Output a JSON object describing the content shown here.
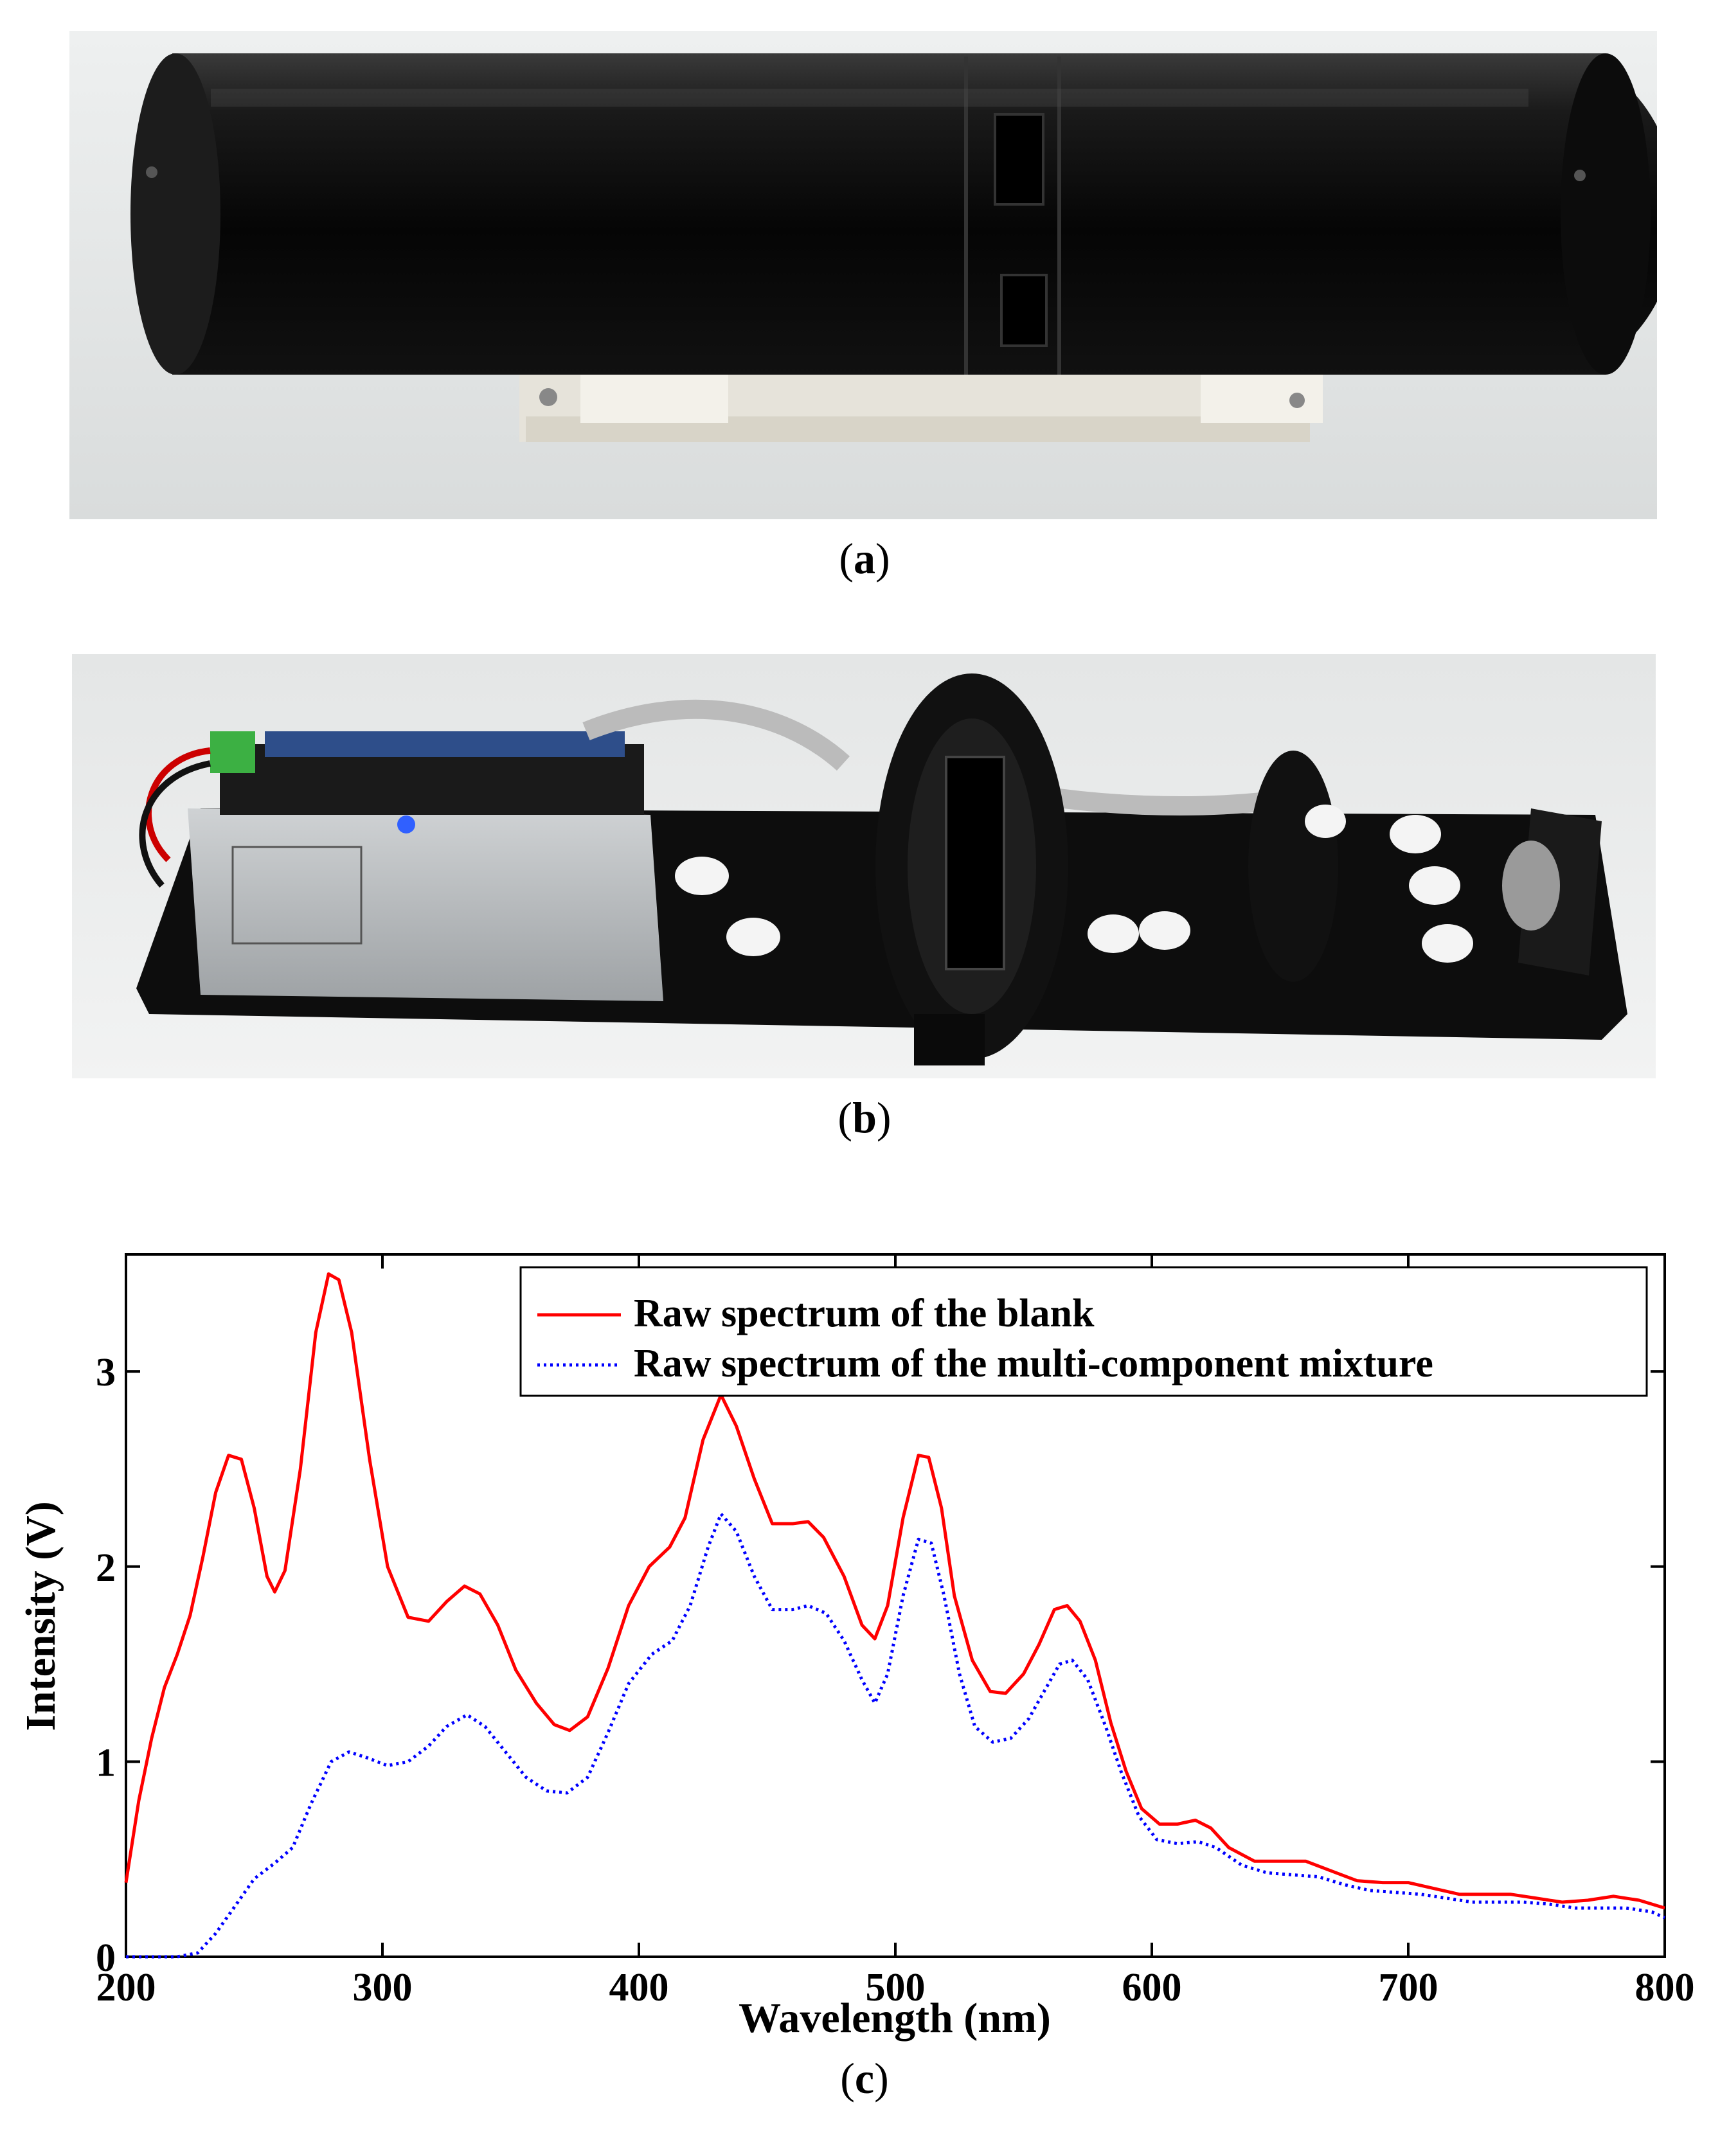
{
  "figure": {
    "panels": [
      {
        "id": "a",
        "caption_open": "(",
        "caption_letter": "a",
        "caption_close": ")"
      },
      {
        "id": "b",
        "caption_open": "(",
        "caption_letter": "b",
        "caption_close": ")"
      },
      {
        "id": "c",
        "caption_open": "(",
        "caption_letter": "c",
        "caption_close": ")"
      }
    ]
  },
  "chart_data": {
    "type": "line",
    "xlabel": "Wavelength (nm)",
    "ylabel": "Intensity (V)",
    "xlim": [
      200,
      800
    ],
    "ylim": [
      0,
      3.6
    ],
    "xticks": [
      200,
      300,
      400,
      500,
      600,
      700,
      800
    ],
    "yticks": [
      0,
      1,
      2,
      3
    ],
    "grid": false,
    "legend_position": "top-right",
    "series": [
      {
        "name": "Raw spectrum of the blank",
        "color": "#ff0000",
        "style": "solid",
        "points": [
          [
            200,
            0.38
          ],
          [
            205,
            0.8
          ],
          [
            210,
            1.12
          ],
          [
            215,
            1.38
          ],
          [
            220,
            1.55
          ],
          [
            225,
            1.75
          ],
          [
            230,
            2.05
          ],
          [
            235,
            2.38
          ],
          [
            240,
            2.57
          ],
          [
            245,
            2.55
          ],
          [
            250,
            2.3
          ],
          [
            255,
            1.95
          ],
          [
            258,
            1.87
          ],
          [
            262,
            1.98
          ],
          [
            268,
            2.5
          ],
          [
            274,
            3.2
          ],
          [
            279,
            3.5
          ],
          [
            283,
            3.47
          ],
          [
            288,
            3.2
          ],
          [
            295,
            2.55
          ],
          [
            302,
            2.0
          ],
          [
            310,
            1.74
          ],
          [
            318,
            1.72
          ],
          [
            325,
            1.82
          ],
          [
            332,
            1.9
          ],
          [
            338,
            1.86
          ],
          [
            345,
            1.7
          ],
          [
            352,
            1.47
          ],
          [
            360,
            1.3
          ],
          [
            367,
            1.19
          ],
          [
            373,
            1.16
          ],
          [
            380,
            1.23
          ],
          [
            388,
            1.48
          ],
          [
            396,
            1.8
          ],
          [
            404,
            2.0
          ],
          [
            412,
            2.1
          ],
          [
            418,
            2.25
          ],
          [
            425,
            2.65
          ],
          [
            432,
            2.88
          ],
          [
            438,
            2.72
          ],
          [
            445,
            2.45
          ],
          [
            452,
            2.22
          ],
          [
            460,
            2.22
          ],
          [
            466,
            2.23
          ],
          [
            472,
            2.15
          ],
          [
            480,
            1.95
          ],
          [
            487,
            1.7
          ],
          [
            492,
            1.63
          ],
          [
            497,
            1.8
          ],
          [
            503,
            2.25
          ],
          [
            509,
            2.57
          ],
          [
            513,
            2.56
          ],
          [
            518,
            2.3
          ],
          [
            523,
            1.85
          ],
          [
            530,
            1.52
          ],
          [
            537,
            1.36
          ],
          [
            543,
            1.35
          ],
          [
            550,
            1.45
          ],
          [
            556,
            1.6
          ],
          [
            562,
            1.78
          ],
          [
            567,
            1.8
          ],
          [
            572,
            1.72
          ],
          [
            578,
            1.52
          ],
          [
            584,
            1.2
          ],
          [
            590,
            0.95
          ],
          [
            596,
            0.76
          ],
          [
            603,
            0.68
          ],
          [
            610,
            0.68
          ],
          [
            617,
            0.7
          ],
          [
            623,
            0.66
          ],
          [
            630,
            0.56
          ],
          [
            640,
            0.49
          ],
          [
            650,
            0.49
          ],
          [
            660,
            0.49
          ],
          [
            670,
            0.44
          ],
          [
            680,
            0.39
          ],
          [
            690,
            0.38
          ],
          [
            700,
            0.38
          ],
          [
            710,
            0.35
          ],
          [
            720,
            0.32
          ],
          [
            730,
            0.32
          ],
          [
            740,
            0.32
          ],
          [
            750,
            0.3
          ],
          [
            760,
            0.28
          ],
          [
            770,
            0.29
          ],
          [
            780,
            0.31
          ],
          [
            790,
            0.29
          ],
          [
            800,
            0.25
          ]
        ]
      },
      {
        "name": "Raw spectrum of the multi-component mixture",
        "color": "#0000ff",
        "style": "dotted",
        "points": [
          [
            200,
            0.0
          ],
          [
            210,
            0.0
          ],
          [
            220,
            0.0
          ],
          [
            228,
            0.02
          ],
          [
            235,
            0.12
          ],
          [
            242,
            0.25
          ],
          [
            250,
            0.4
          ],
          [
            258,
            0.48
          ],
          [
            265,
            0.56
          ],
          [
            272,
            0.78
          ],
          [
            280,
            1.0
          ],
          [
            287,
            1.05
          ],
          [
            294,
            1.02
          ],
          [
            302,
            0.98
          ],
          [
            310,
            1.0
          ],
          [
            318,
            1.08
          ],
          [
            325,
            1.18
          ],
          [
            333,
            1.24
          ],
          [
            340,
            1.18
          ],
          [
            348,
            1.05
          ],
          [
            356,
            0.92
          ],
          [
            364,
            0.85
          ],
          [
            372,
            0.84
          ],
          [
            380,
            0.92
          ],
          [
            388,
            1.15
          ],
          [
            396,
            1.4
          ],
          [
            405,
            1.55
          ],
          [
            413,
            1.62
          ],
          [
            420,
            1.8
          ],
          [
            427,
            2.1
          ],
          [
            432,
            2.27
          ],
          [
            438,
            2.18
          ],
          [
            445,
            1.95
          ],
          [
            452,
            1.78
          ],
          [
            460,
            1.78
          ],
          [
            466,
            1.8
          ],
          [
            473,
            1.76
          ],
          [
            480,
            1.62
          ],
          [
            487,
            1.42
          ],
          [
            492,
            1.3
          ],
          [
            497,
            1.45
          ],
          [
            503,
            1.85
          ],
          [
            509,
            2.14
          ],
          [
            514,
            2.12
          ],
          [
            519,
            1.85
          ],
          [
            525,
            1.45
          ],
          [
            531,
            1.18
          ],
          [
            538,
            1.1
          ],
          [
            545,
            1.12
          ],
          [
            552,
            1.22
          ],
          [
            558,
            1.36
          ],
          [
            564,
            1.5
          ],
          [
            569,
            1.52
          ],
          [
            575,
            1.42
          ],
          [
            582,
            1.18
          ],
          [
            588,
            0.95
          ],
          [
            595,
            0.72
          ],
          [
            602,
            0.6
          ],
          [
            610,
            0.58
          ],
          [
            618,
            0.59
          ],
          [
            625,
            0.56
          ],
          [
            635,
            0.47
          ],
          [
            645,
            0.43
          ],
          [
            655,
            0.42
          ],
          [
            665,
            0.41
          ],
          [
            675,
            0.37
          ],
          [
            685,
            0.34
          ],
          [
            695,
            0.33
          ],
          [
            705,
            0.32
          ],
          [
            715,
            0.3
          ],
          [
            725,
            0.28
          ],
          [
            735,
            0.28
          ],
          [
            745,
            0.28
          ],
          [
            755,
            0.27
          ],
          [
            765,
            0.25
          ],
          [
            775,
            0.25
          ],
          [
            785,
            0.25
          ],
          [
            795,
            0.23
          ],
          [
            800,
            0.2
          ]
        ]
      }
    ]
  }
}
